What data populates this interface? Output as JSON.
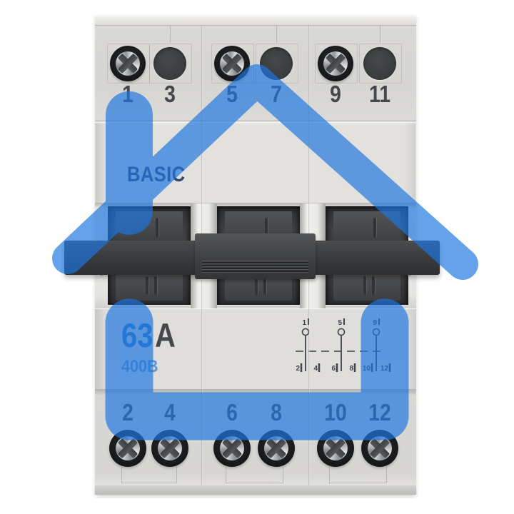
{
  "image": {
    "type": "product-photo",
    "subject": "3-pole modular changeover switch, light grey housing, photographed on white",
    "overlay_icon": "house-icon"
  },
  "branding": {
    "series_label": "BASIC"
  },
  "ratings": {
    "current_value": "63",
    "current_unit": "A",
    "voltage": "400В"
  },
  "terminals": {
    "top_labels": [
      "1",
      "3",
      "5",
      "7",
      "9",
      "11"
    ],
    "bottom_labels": [
      "2",
      "4",
      "6",
      "8",
      "10",
      "12"
    ]
  },
  "wiring_diagram": {
    "top_contact_labels": [
      "1",
      "5",
      "9"
    ],
    "bottom_contact_labels": [
      "2",
      "4",
      "6",
      "8",
      "10",
      "12"
    ]
  },
  "colors": {
    "overlay_blue": "#1e76e0",
    "print_blue": "#2f7fc0",
    "print_light_blue": "#5d99d1",
    "brand_navy": "#31496b",
    "number_gray": "#45484b",
    "body_gray": "#dcdbd8",
    "dark_parts": "#3a3c3e"
  }
}
